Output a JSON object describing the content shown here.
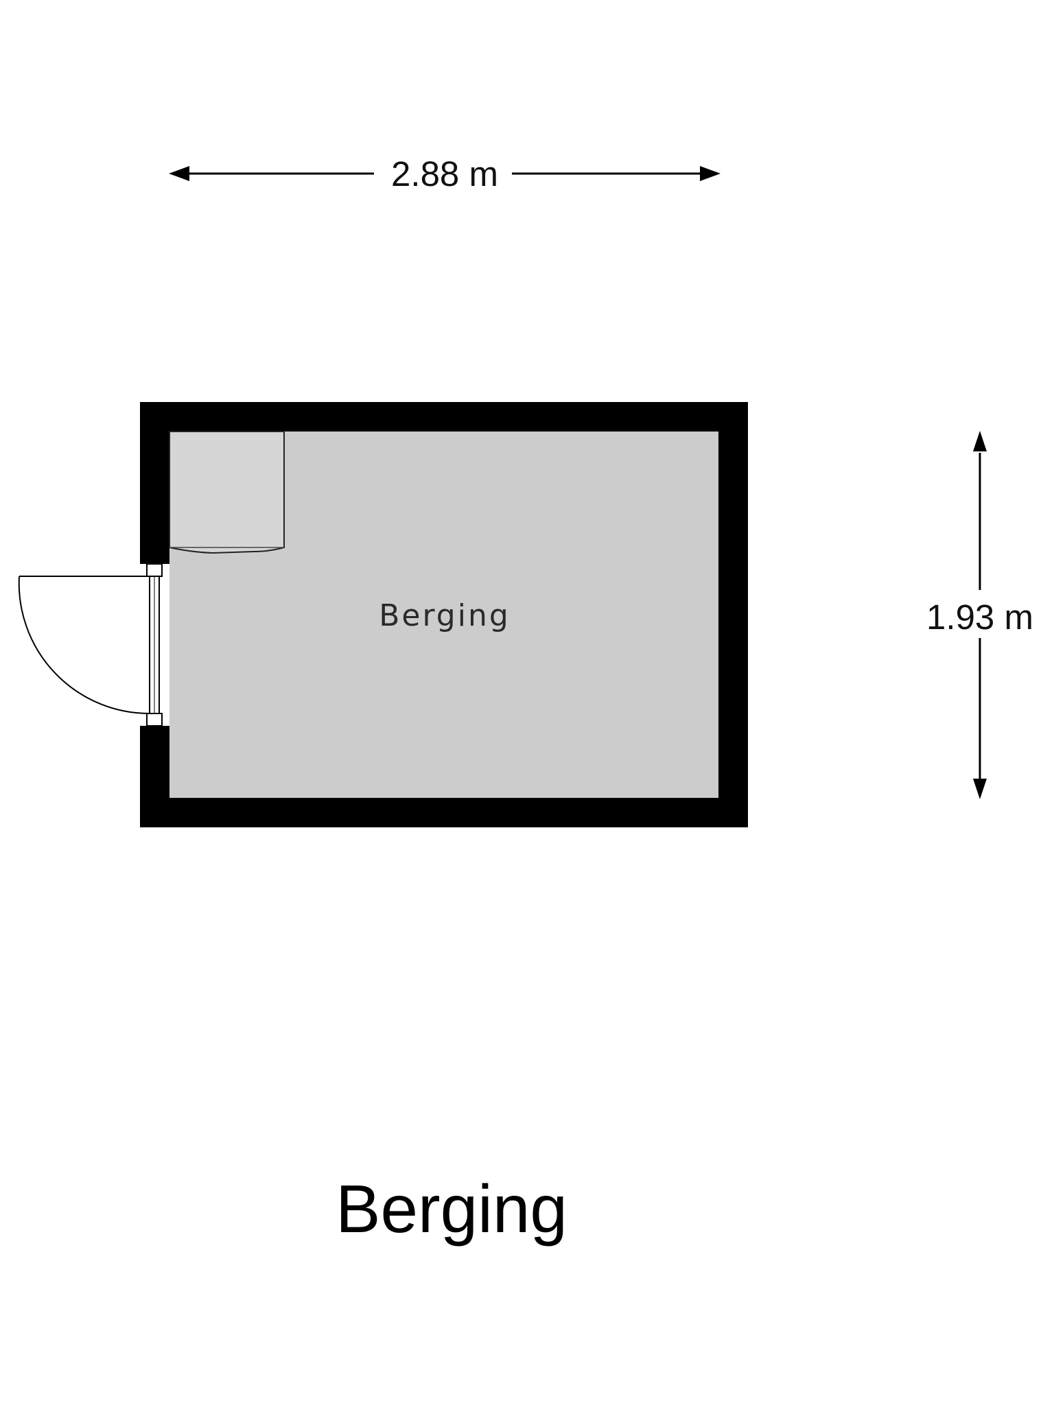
{
  "plan": {
    "title": "Berging",
    "room_label": "Berging",
    "width_label": "2.88 m",
    "height_label": "1.93 m"
  },
  "colors": {
    "wall": "#000000",
    "floor": "#cccccc",
    "cabinet": "#d6d6d6",
    "background": "#ffffff"
  }
}
